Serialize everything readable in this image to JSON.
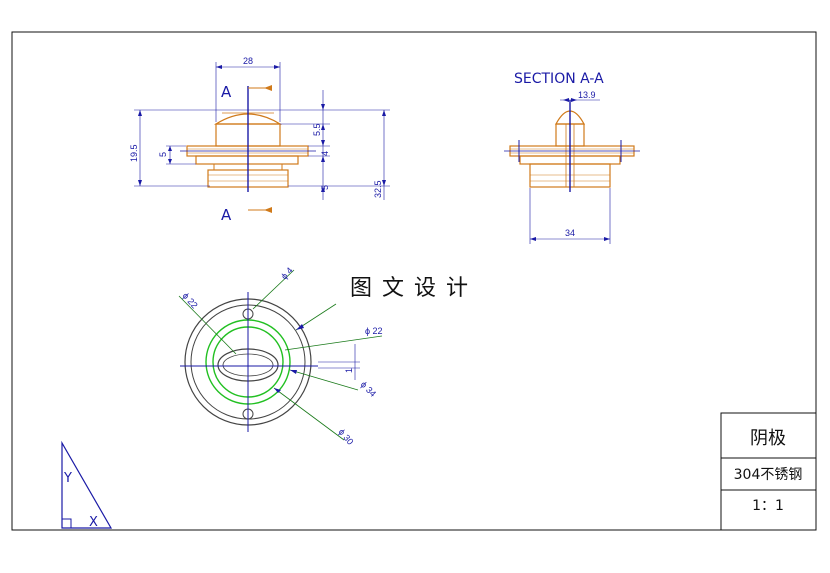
{
  "section_title": "SECTION A-A",
  "section_marker": "A",
  "watermark": "图文设计",
  "dimensions": {
    "front_width": "28",
    "front_total_height": "19.5",
    "front_flange": "5",
    "front_dome": "5.5",
    "front_step": "4",
    "front_base": "5",
    "front_overall": "32.5",
    "section_dome": "13.9",
    "section_width": "34",
    "dia_hole": "ϕ 4",
    "dia_22_left": "ϕ 22",
    "dia_22_right": "ϕ 22",
    "dia_34": "ϕ 34",
    "dia_30": "ϕ 30",
    "slot": "1"
  },
  "title_block": {
    "part_name": "阴极",
    "material": "304不锈钢",
    "scale": "1：1"
  },
  "triad": {
    "y": "Y",
    "x": "X"
  }
}
